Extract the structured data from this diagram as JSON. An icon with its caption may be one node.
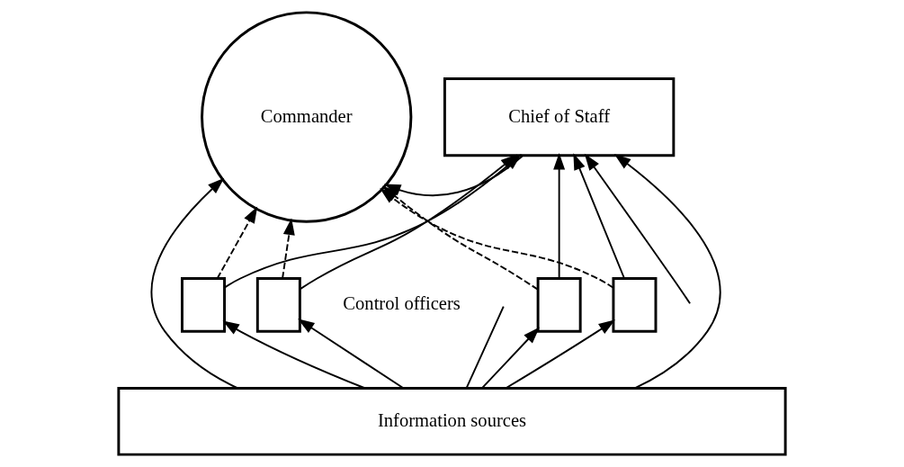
{
  "diagram": {
    "nodes": [
      {
        "text": [
          "Commander"
        ]
      },
      {
        "text": [
          "Chief of Staff"
        ]
      },
      {
        "text": [],
        "shape": "box"
      },
      {
        "text": [],
        "shape": "box"
      },
      {
        "text": [],
        "shape": "box"
      },
      {
        "text": [],
        "shape": "box"
      },
      {
        "text": [
          "Information sources"
        ]
      }
    ],
    "edges": [
      {
        "from": 1,
        "to": 0,
        "arrow": "to"
      },
      {
        "from": 2,
        "to": 0,
        "arrow": "to",
        "style": "dashed"
      },
      {
        "from": 3,
        "to": 0,
        "arrow": "to",
        "style": "dashed"
      },
      {
        "from": 4,
        "to": 0,
        "arrow": "to",
        "style": "dashed"
      },
      {
        "from": 5,
        "to": 0,
        "arrow": "to",
        "style": "dashed"
      },
      {
        "from": 2,
        "to": 1,
        "arrow": "to"
      },
      {
        "from": 3,
        "to": 1,
        "arrow": "to"
      },
      {
        "from": 6,
        "to": 1,
        "arrow": "to"
      },
      {
        "from": 4,
        "to": 1,
        "arrow": "to"
      },
      {
        "from": 5,
        "to": 1,
        "arrow": "to"
      },
      {
        "from": 6,
        "to": 2,
        "arrow": "to"
      },
      {
        "from": 6,
        "to": 3,
        "arrow": "to"
      },
      {
        "from": 6,
        "to": 4,
        "arrow": "to"
      },
      {
        "from": 6,
        "to": 5,
        "arrow": "to"
      },
      {
        "from": 6,
        "to": 0,
        "arrow": "to"
      },
      {
        "from": null,
        "to": 1,
        "arrow": "to"
      },
      {
        "from": 6,
        "to": null,
        "arrow": "none"
      }
    ],
    "labels": [
      "Control officers"
    ]
  }
}
